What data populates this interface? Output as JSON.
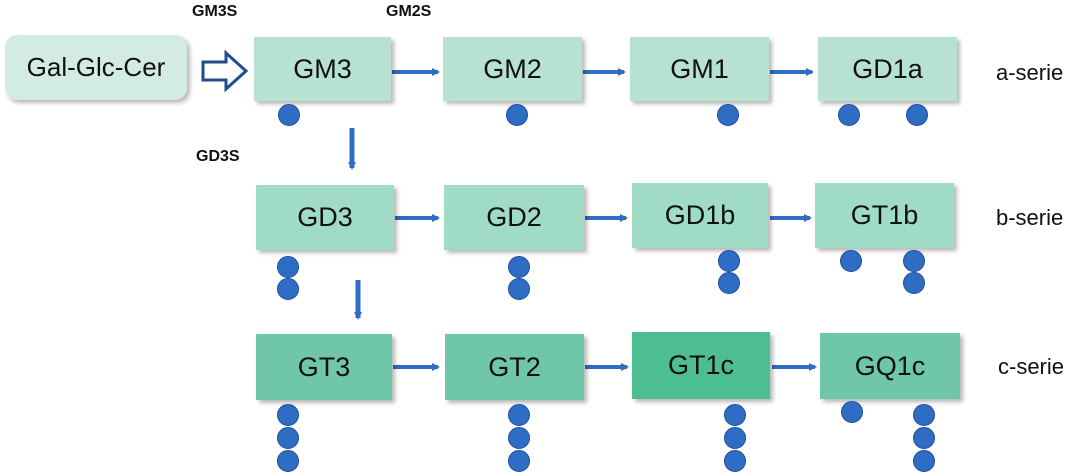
{
  "start": {
    "label": "Gal-Glc-Cer"
  },
  "enzymes": {
    "gm3s": "GM3S",
    "gm2s": "GM2S",
    "gd3s": "GD3S"
  },
  "series": [
    {
      "label": "a-serie",
      "boxes": [
        "GM3",
        "GM2",
        "GM1",
        "GD1a"
      ]
    },
    {
      "label": "b-serie",
      "boxes": [
        "GD3",
        "GD2",
        "GD1b",
        "GT1b"
      ]
    },
    {
      "label": "c-serie",
      "boxes": [
        "GT3",
        "GT2",
        "GT1c",
        "GQ1c"
      ]
    }
  ],
  "colors": {
    "arrow": "#2f6cc4",
    "sialic_acid": "#2f6cc4",
    "highlight_box": "#4dbd92"
  }
}
